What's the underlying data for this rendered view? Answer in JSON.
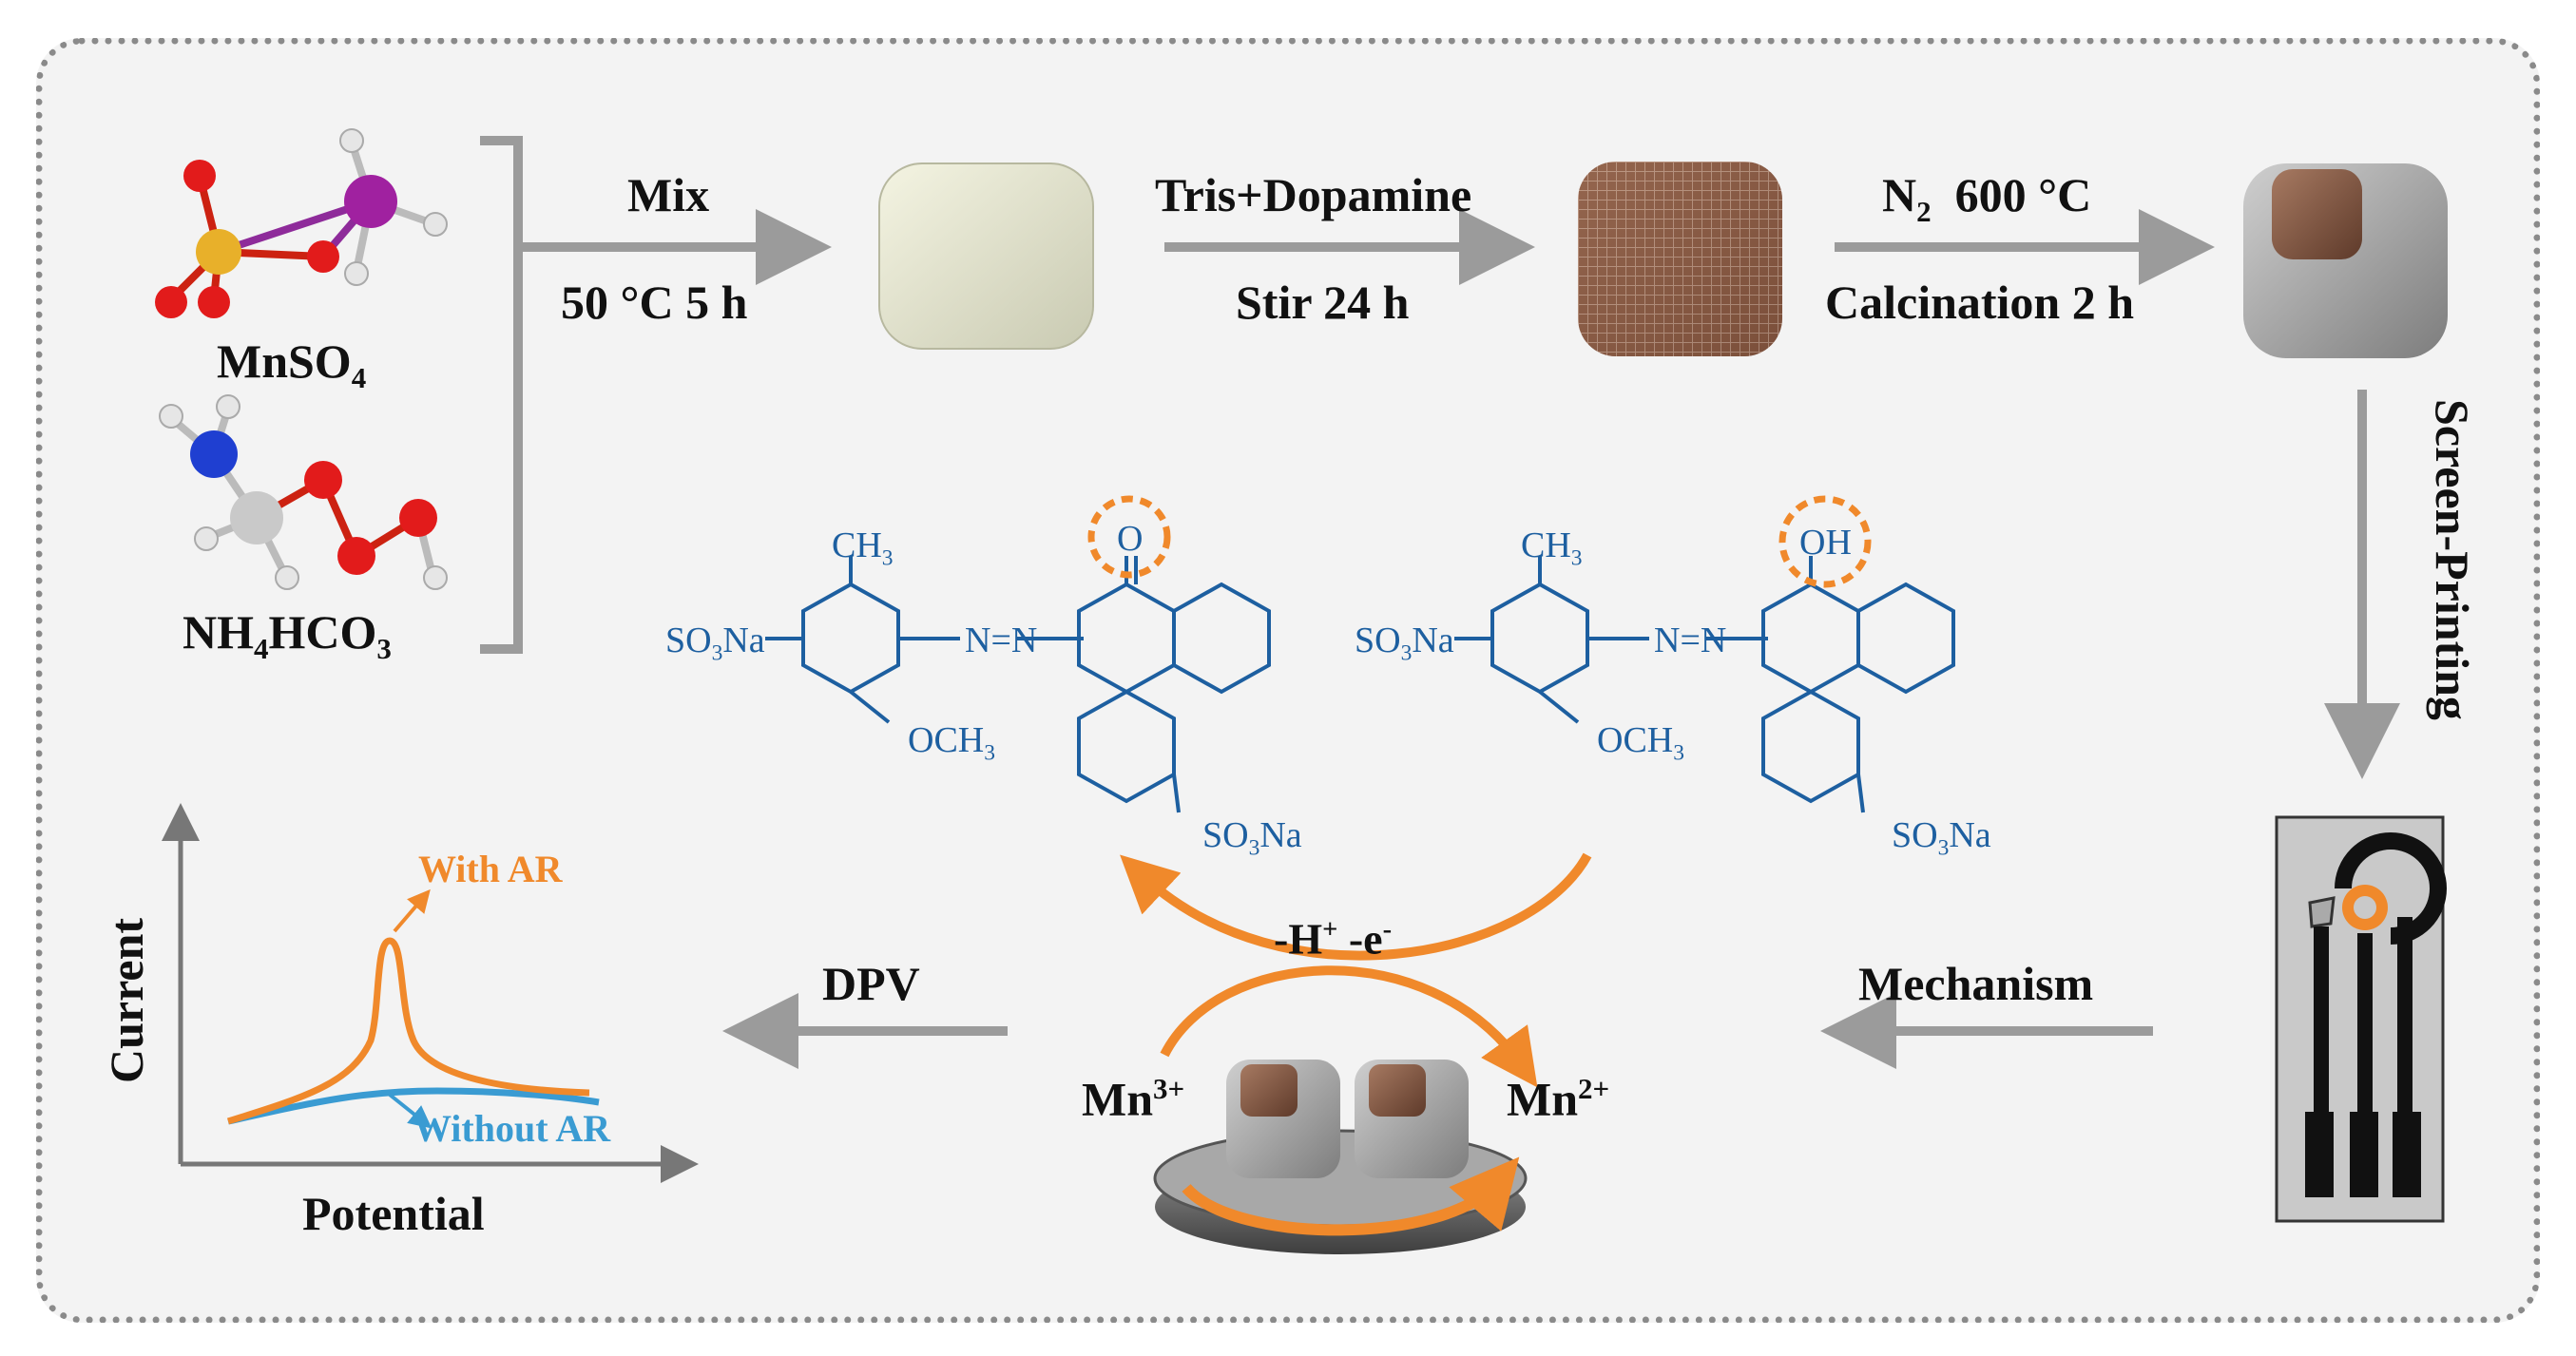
{
  "reagents": {
    "mnso4": {
      "main": "MnSO",
      "sub": "4"
    },
    "nh4hco3": {
      "p1": "NH",
      "s1": "4",
      "p2": "HCO",
      "s2": "3"
    }
  },
  "steps": {
    "mix": {
      "top": "Mix",
      "bottom": "50 °C 5 h"
    },
    "dopamine": {
      "top": "Tris+Dopamine",
      "bottom": "Stir 24 h"
    },
    "calcination": {
      "top_p1": "N",
      "top_sub": "2",
      "top_p2": "  600 °C",
      "bottom": "Calcination 2 h"
    },
    "printing": "Screen-Printing",
    "mechanism": "Mechanism",
    "dpv": "DPV"
  },
  "molecules": {
    "left": {
      "ch3": "CH",
      "ch3_sub": "3",
      "so3na_left": "SO",
      "so3na_left_sub": "3",
      "so3na_left_end": "Na",
      "azo": "N=N",
      "och3": "OCH",
      "och3_sub": "3",
      "group": "O",
      "so3na_bottom": "SO",
      "so3na_bottom_sub": "3",
      "so3na_bottom_end": "Na"
    },
    "right": {
      "ch3": "CH",
      "ch3_sub": "3",
      "so3na_left": "SO",
      "so3na_left_sub": "3",
      "so3na_left_end": "Na",
      "azo": "N=N",
      "och3": "OCH",
      "och3_sub": "3",
      "group": "OH",
      "so3na_bottom": "SO",
      "so3na_bottom_sub": "3",
      "so3na_bottom_end": "Na"
    }
  },
  "reaction": {
    "label_p1": "-H",
    "label_sup1": "+",
    "label_p2": " -e",
    "label_sup2": "-",
    "mn3": "Mn",
    "mn3_sup": "3+",
    "mn2": "Mn",
    "mn2_sup": "2+"
  },
  "plot": {
    "xlabel": "Potential",
    "ylabel": "Current",
    "with_label": "With AR",
    "without_label": "Without AR",
    "with_color": "#f0892b",
    "without_color": "#3a9bd2"
  },
  "colors": {
    "arrow": "#9b9b9b",
    "orange": "#f0892b",
    "chem": "#1d5fa0",
    "frame": "#8a8a8a"
  }
}
